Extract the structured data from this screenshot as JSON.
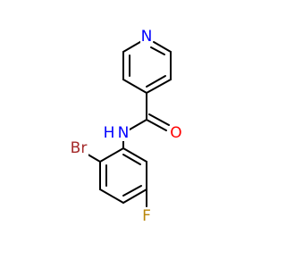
{
  "molecule": {
    "atoms": {
      "pyridine_n": {
        "label": "N",
        "color": "#0000ff"
      },
      "amide_n": {
        "label": "N",
        "color": "#0000ff"
      },
      "amide_h": {
        "label": "H",
        "color": "#0000ff"
      },
      "carbonyl_o": {
        "label": "O",
        "color": "#ff0000"
      },
      "bromine": {
        "label": "Br",
        "color": "#a52a2a"
      },
      "fluorine": {
        "label": "F",
        "color": "#b8860b"
      }
    },
    "bond_color": "#000000"
  }
}
